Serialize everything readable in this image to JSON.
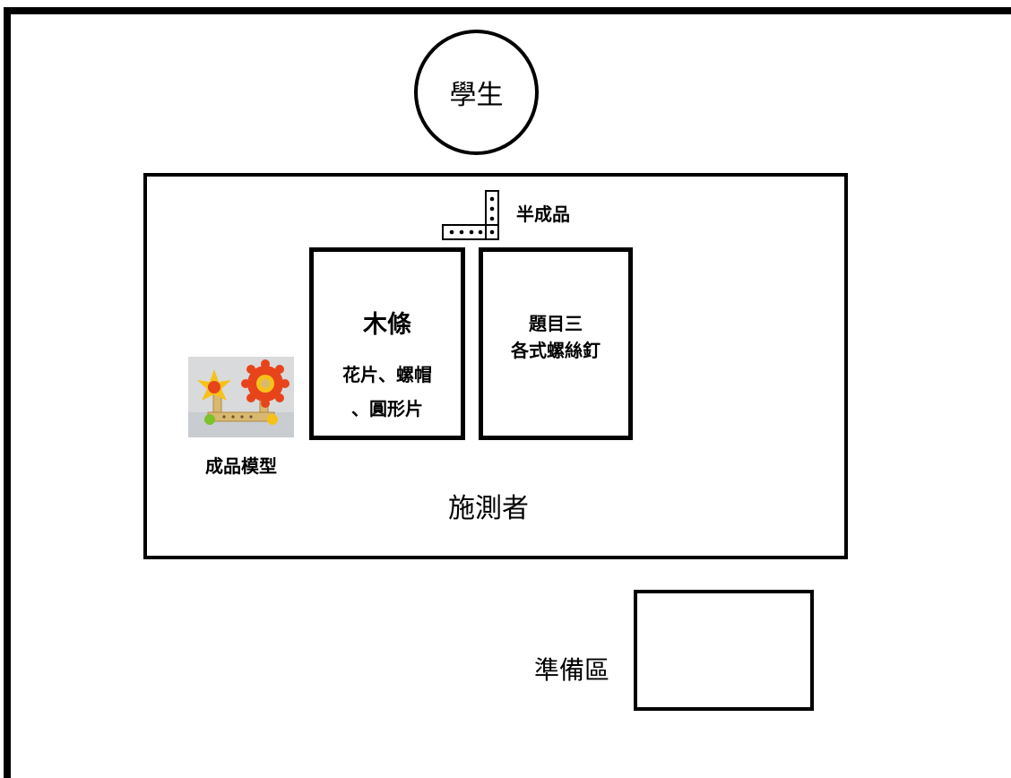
{
  "student": {
    "label": "學生"
  },
  "semi_finished": {
    "label": "半成品"
  },
  "wood_box": {
    "title": "木條",
    "line1": "花片、螺帽",
    "line2": "、圓形片"
  },
  "question_box": {
    "line1": "題目三",
    "line2": "各式螺絲釘"
  },
  "model": {
    "label": "成品模型"
  },
  "tester": {
    "label": "施測者"
  },
  "prep_area": {
    "label": "準備區"
  },
  "colors": {
    "line": "#000000",
    "background": "#ffffff",
    "flower_yellow": "#f6c21a",
    "flower_red": "#e8441c",
    "wood": "#d9b870",
    "screw_green": "#7cc22a"
  }
}
